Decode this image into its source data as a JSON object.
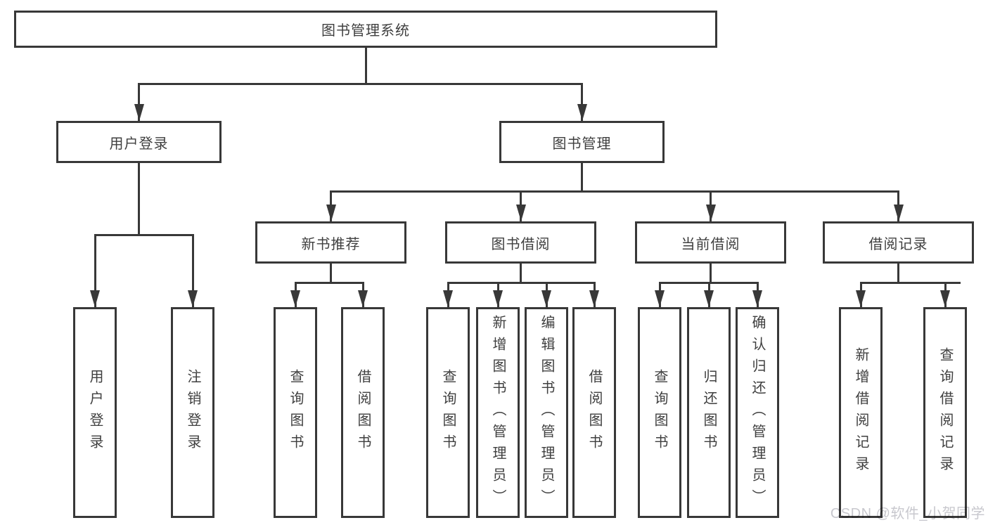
{
  "tree": {
    "label": "图书管理系统",
    "children": [
      {
        "label": "用户登录",
        "children": [
          {
            "label": "用户登录"
          },
          {
            "label": "注销登录"
          }
        ]
      },
      {
        "label": "图书管理",
        "children": [
          {
            "label": "新书推荐",
            "children": [
              {
                "label": "查询图书"
              },
              {
                "label": "借阅图书"
              }
            ]
          },
          {
            "label": "图书借阅",
            "children": [
              {
                "label": "查询图书"
              },
              {
                "label": "新增图书（管理员）"
              },
              {
                "label": "编辑图书（管理员）"
              },
              {
                "label": "借阅图书"
              }
            ]
          },
          {
            "label": "当前借阅",
            "children": [
              {
                "label": "查询图书"
              },
              {
                "label": "归还图书"
              },
              {
                "label": "确认归还（管理员）"
              }
            ]
          },
          {
            "label": "借阅记录",
            "children": [
              {
                "label": "新增借阅记录"
              },
              {
                "label": "查询借阅记录"
              }
            ]
          }
        ]
      }
    ]
  },
  "watermark": {
    "text": "CSDN @软件_小贺同学",
    "color": "#c8c8ce"
  },
  "colors": {
    "line": "#383838",
    "text": "#3f3f3f",
    "background": "#ffffff"
  }
}
